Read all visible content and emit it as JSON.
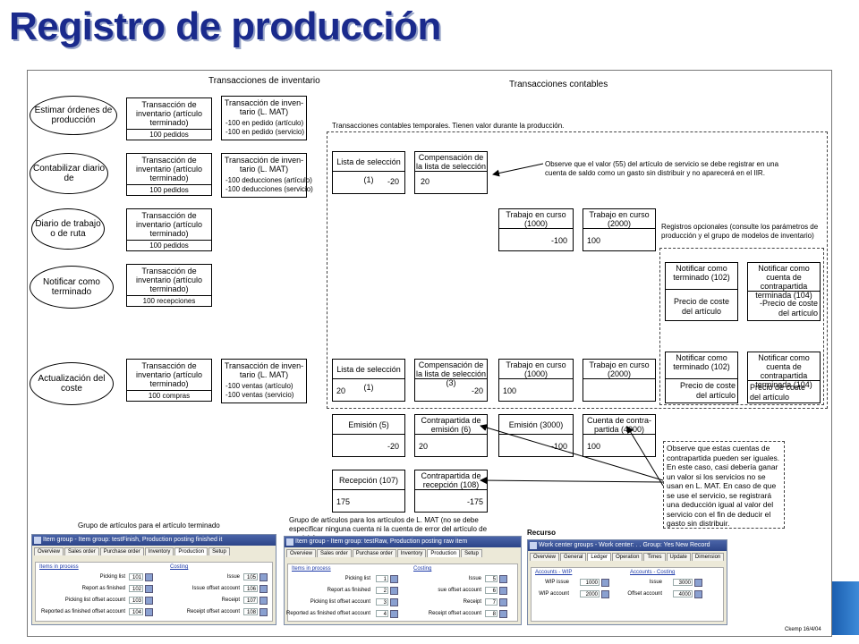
{
  "title": "Registro de producción",
  "headers": {
    "inventory": "Transacciones de inventario",
    "accounting": "Transacciones contables",
    "temporary": "Transacciones contables temporales. Tienen valor durante la producción."
  },
  "steps": [
    {
      "label": "Estimar órdenes de producción"
    },
    {
      "label": "Contabilizar diario de"
    },
    {
      "label": "Diario de trabajo o de ruta"
    },
    {
      "label": "Notificar como terminado"
    },
    {
      "label": "Actualización del coste"
    }
  ],
  "inventory_boxes": [
    {
      "title": "Transacción de inventario (artículo terminado)",
      "footer": "100 pedidos"
    },
    {
      "title": "Transacción de inventario (artículo terminado)",
      "footer": "100 pedidos"
    },
    {
      "title": "Transacción de inventario (artículo terminado)",
      "footer": "100 pedidos"
    },
    {
      "title": "Transacción de inventario (artículo terminado)",
      "footer": "100 recepciones"
    },
    {
      "title": "Transacción de inventario (artículo terminado)",
      "footer": "100 compras"
    }
  ],
  "mat_boxes": [
    {
      "title": "Transacción de inven- tario (L. MAT)",
      "l1": "-100 en pedido (artículo)",
      "l2": "-100 en pedido (servicio)"
    },
    {
      "title": "Transacción de inven- tario (L. MAT)",
      "l1": "-100 deducciones (artículo)",
      "l2": "-100 deducciones (servicio)"
    },
    {
      "title": "Transacción de inven- tario (L. MAT)",
      "l1": "-100 ventas (artículo)",
      "l2": "-100 ventas (servicio)"
    }
  ],
  "accounts": {
    "sel1": {
      "title": "Lista de selección (1)",
      "value": "-20"
    },
    "comp1": {
      "title": "Compensación de la lista de selección",
      "value": "20"
    },
    "wip1000a": {
      "title": "Trabajo en curso (1000)",
      "value": "-100"
    },
    "wip2000a": {
      "title": "Trabajo en curso (2000)",
      "value": "100"
    },
    "nt102a": {
      "title": "Notificar como terminado (102)",
      "value": "Precio de coste del artículo"
    },
    "nt104a": {
      "title": "Notificar como cuenta de contrapartida terminada (104)",
      "value": "-Precio de coste del artículo"
    },
    "sel1b": {
      "title": "Lista de selección (1)",
      "value": "20"
    },
    "comp3": {
      "title": "Compensación de la lista de selección (3)",
      "value": "-20"
    },
    "wip1000b": {
      "title": "Trabajo en curso (1000)",
      "value": "100"
    },
    "wip2000b": {
      "title": "Trabajo en curso (2000)",
      "value": ""
    },
    "nt102b": {
      "title": "Notificar como terminado (102)",
      "value": "Precio de coste del artículo"
    },
    "nt104b": {
      "title": "Notificar como cuenta de contrapartida terminada (104)",
      "value": "Precio de coste del artículo"
    },
    "em5": {
      "title": "Emisión (5)",
      "value": "-20"
    },
    "cem6": {
      "title": "Contrapartida de emisión (6)",
      "value": "20"
    },
    "em3000": {
      "title": "Emisión (3000)",
      "value": "-100"
    },
    "cp4000": {
      "title": "Cuenta de contra- partida (4000)",
      "value": "100"
    },
    "rec107": {
      "title": "Recepción (107)",
      "value": "175"
    },
    "crec108": {
      "title": "Contrapartida de recepción (108)",
      "value": "-175"
    }
  },
  "notes": {
    "service": "Observe que el valor (55) del artículo de servicio se debe registrar en una cuenta de saldo como un gasto sin distribuir y no aparecerá en el IIR.",
    "optional": "Registros opcionales (consulte los parámetros de producción y el grupo de modelos de inventario)",
    "same": "Observe que estas cuentas de contrapartida pueden ser iguales. En este caso, casi debería ganar un valor si los servicios no se usan en L. MAT.   En caso de que se use el servicio, se registrará una deducción igual al valor del servicio con el fin de deducir el gasto sin distribuir."
  },
  "captions": {
    "finished": "Grupo de artículos para el artículo terminado",
    "raw": "Grupo de artículos para los artículos de L. MAT (no se debe especificar ninguna cuenta ni la cuenta de error del artículo de servicio)",
    "resource": "Recurso"
  },
  "windows": {
    "finished": {
      "title": "Item group - Item group: testFinish, Production posting finished it",
      "tabs": [
        "Overview",
        "Sales order",
        "Purchase order",
        "Inventory",
        "Production",
        "Setup"
      ],
      "active_tab": "Production",
      "left_group": "Items in process",
      "right_group": "Costing",
      "left_fields": [
        {
          "label": "Picking list",
          "value": "101"
        },
        {
          "label": "Report as finished",
          "value": "102"
        },
        {
          "label": "Picking list offset account",
          "value": "103"
        },
        {
          "label": "Reported as finished offset account",
          "value": "104"
        }
      ],
      "right_fields": [
        {
          "label": "Issue",
          "value": "105"
        },
        {
          "label": "Issue offset account",
          "value": "106"
        },
        {
          "label": "Receipt",
          "value": "107"
        },
        {
          "label": "Receipt offset account",
          "value": "108"
        }
      ]
    },
    "raw": {
      "title": "Item group - Item group: testRaw, Production posting raw item",
      "tabs": [
        "Overview",
        "Sales order",
        "Purchase order",
        "Inventory",
        "Production",
        "Setup"
      ],
      "active_tab": "Production",
      "left_group": "Items in process",
      "right_group": "Costing",
      "left_fields": [
        {
          "label": "Picking list",
          "value": "1"
        },
        {
          "label": "Report as finished",
          "value": "2"
        },
        {
          "label": "Picking list offset account",
          "value": "3"
        },
        {
          "label": "Reported as finished offset account",
          "value": "4"
        }
      ],
      "right_fields": [
        {
          "label": "Issue",
          "value": "5"
        },
        {
          "label": "sue offset account",
          "value": "6"
        },
        {
          "label": "Receipt",
          "value": "7"
        },
        {
          "label": "Receipt offset account",
          "value": "8"
        }
      ]
    },
    "resource": {
      "title": "Work center groups - Work center: . . Group: Yes New Record",
      "tabs": [
        "Overview",
        "General",
        "Ledger",
        "Operation",
        "Times",
        "Update",
        "Dimension"
      ],
      "active_tab": "Ledger",
      "left_group": "Accounts - WIP",
      "right_group": "Accounts - Costing",
      "left_fields": [
        {
          "label": "WIP issue",
          "value": "1000"
        },
        {
          "label": "WIP account",
          "value": "2000"
        }
      ],
      "right_fields": [
        {
          "label": "Issue",
          "value": "3000"
        },
        {
          "label": "Offset account",
          "value": "4000"
        }
      ]
    }
  },
  "stamp": "Ckemp 16/4/04"
}
